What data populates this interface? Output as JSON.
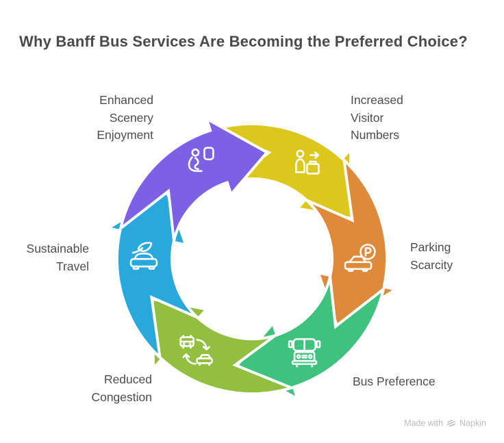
{
  "title": "Why Banff Bus Services Are Becoming the Preferred Choice?",
  "cycle": {
    "description": "six-step circular arrow cycle, clockwise",
    "segments": [
      {
        "id": "increased-visitor-numbers",
        "label": "Increased Visitor Numbers",
        "lines": [
          "Increased",
          "Visitor",
          "Numbers"
        ],
        "icon": "traveler-luggage-icon",
        "color": "#DCC71E",
        "tip_bearing": 68
      },
      {
        "id": "parking-scarcity",
        "label": "Parking Scarcity",
        "lines": [
          "Parking",
          "Scarcity"
        ],
        "icon": "car-parking-icon",
        "color": "#DF8A3B",
        "tip_bearing": 128
      },
      {
        "id": "bus-preference",
        "label": "Bus Preference",
        "lines": [
          "Bus Preference"
        ],
        "icon": "bus-front-icon",
        "color": "#3FC27D",
        "tip_bearing": 188
      },
      {
        "id": "reduced-congestion",
        "label": "Reduced Congestion",
        "lines": [
          "Reduced",
          "Congestion"
        ],
        "icon": "bus-car-swap-icon",
        "color": "#92BF40",
        "tip_bearing": 248
      },
      {
        "id": "sustainable-travel",
        "label": "Sustainable Travel",
        "lines": [
          "Sustainable",
          "Travel"
        ],
        "icon": "eco-car-leaf-icon",
        "color": "#29A8DC",
        "tip_bearing": 308
      },
      {
        "id": "enhanced-scenery-enjoyment",
        "label": "Enhanced Scenery Enjoyment",
        "lines": [
          "Enhanced",
          "Scenery",
          "Enjoyment"
        ],
        "icon": "window-seat-icon",
        "color": "#7C61E4",
        "tip_bearing": 8
      }
    ]
  },
  "watermark": {
    "prefix": "Made with",
    "brand": "Napkin"
  },
  "colors": {
    "title_text": "#4A4A4A",
    "label_text": "#4D4D4D",
    "icon_stroke": "#FFFFFF",
    "segment_gap": "#FFFFFF",
    "watermark_text": "#BDBDBD"
  }
}
